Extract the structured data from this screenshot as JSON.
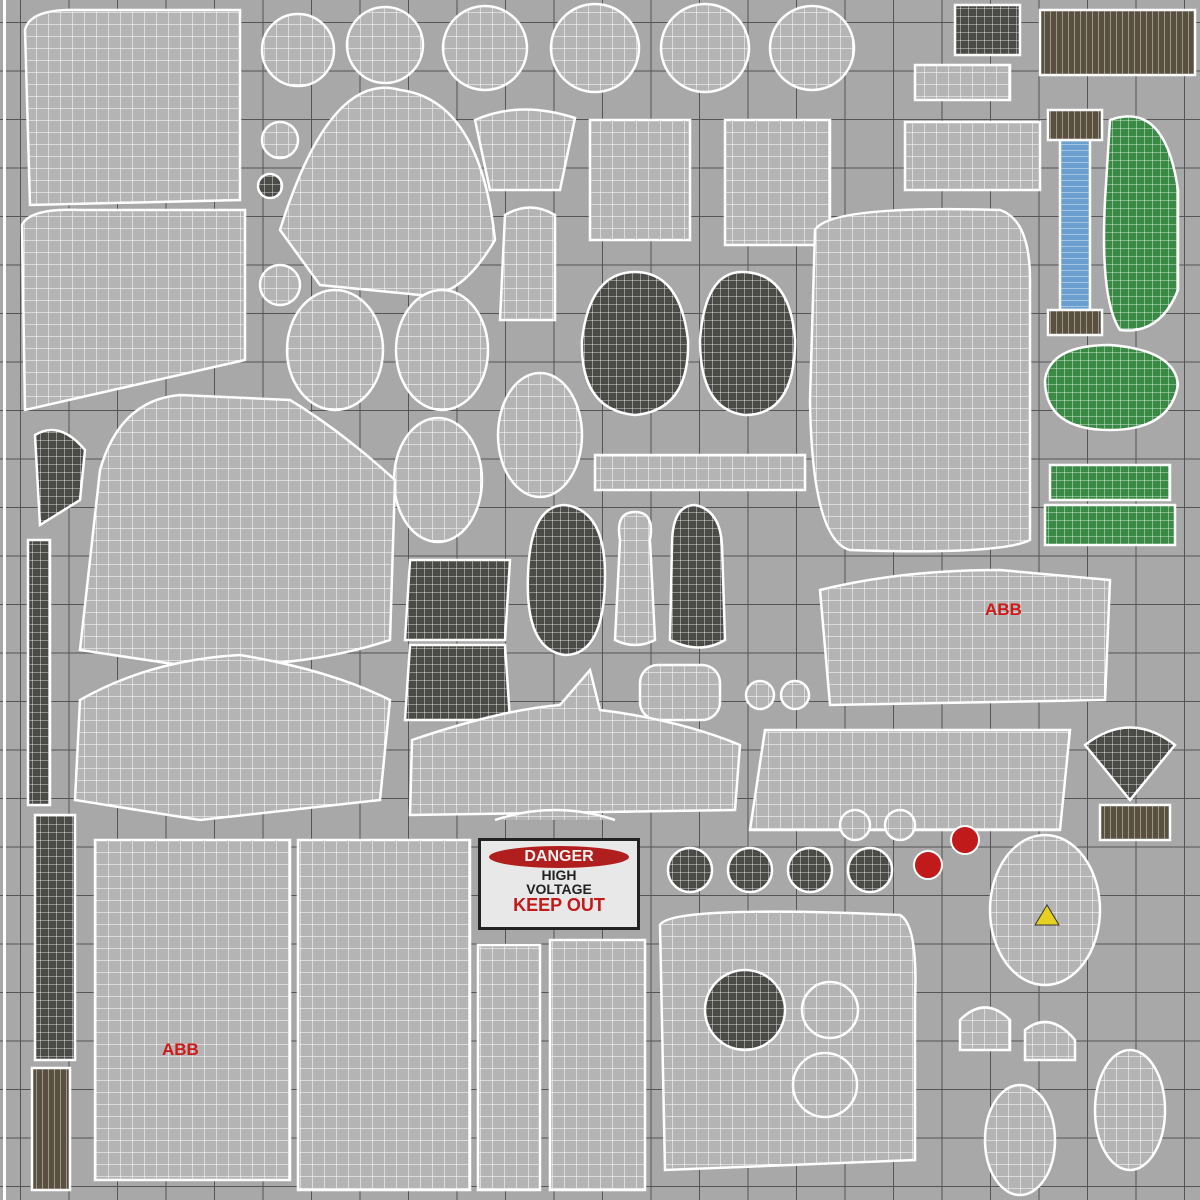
{
  "sign": {
    "danger": "DANGER",
    "line1": "HIGH",
    "line2": "VOLTAGE",
    "line3": "KEEP OUT"
  },
  "logos": [
    "ABB",
    "ABB"
  ],
  "colors": {
    "background": "#a8a8a8",
    "wire": "#ffffff",
    "dark": "#4a4a47",
    "green": "#3a8a45",
    "blue": "#6a9fd0",
    "red": "#c01a1a"
  }
}
